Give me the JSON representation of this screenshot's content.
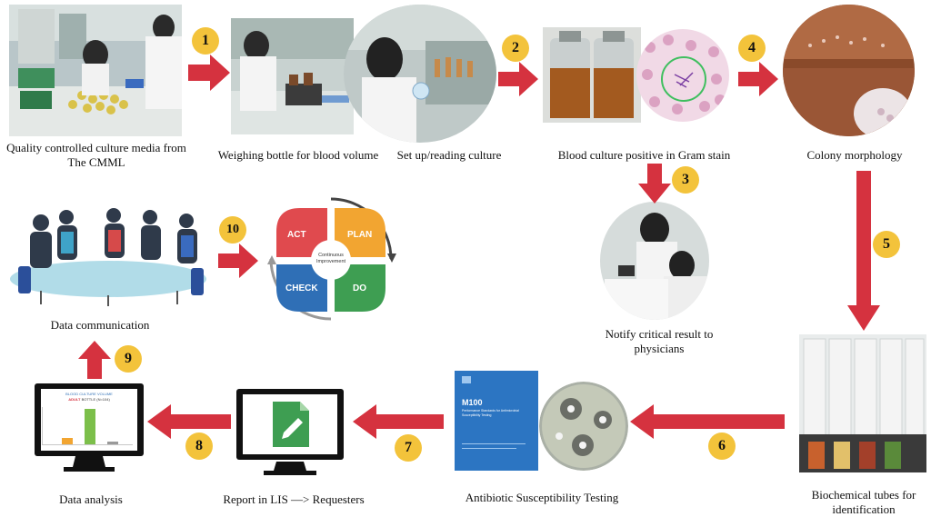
{
  "steps": {
    "s1": "1",
    "s2": "2",
    "s3": "3",
    "s4": "4",
    "s5": "5",
    "s6": "6",
    "s7": "7",
    "s8": "8",
    "s9": "9",
    "s10": "10"
  },
  "captions": {
    "media_line1": "Quality controlled culture media from",
    "media_line2": "The CMML",
    "weighing": "Weighing bottle for blood volume",
    "setup": "Set up/reading culture",
    "gram": "Blood culture positive in Gram stain",
    "colony": "Colony morphology",
    "notify_line1": "Notify critical result to",
    "notify_line2": "physicians",
    "biochem_line1": "Biochemical tubes for",
    "biochem_line2": "identification",
    "ast": "Antibiotic Susceptibility Testing",
    "lis": "Report in LIS —> Requesters",
    "analysis": "Data analysis",
    "communication": "Data communication"
  },
  "pdca": {
    "act": "ACT",
    "plan": "PLAN",
    "check": "CHECK",
    "do": "DO",
    "center_line1": "Continuous",
    "center_line2": "Improvement",
    "colors": {
      "act": "#e04a4e",
      "plan": "#f2a531",
      "check": "#2f6fb6",
      "do": "#3e9e52"
    }
  },
  "monitor_chart": {
    "title": "BLOOD CULTURE VOLUME",
    "subtitle_red": "ADULT",
    "subtitle_rest": " BOTTLE (N=104)"
  },
  "book": {
    "code": "M100",
    "title_line1": "Performance Standards for Antimicrobial",
    "title_line2": "Susceptibility Testing"
  },
  "colors": {
    "arrow": "#d5323f",
    "badge": "#f3c33b"
  }
}
